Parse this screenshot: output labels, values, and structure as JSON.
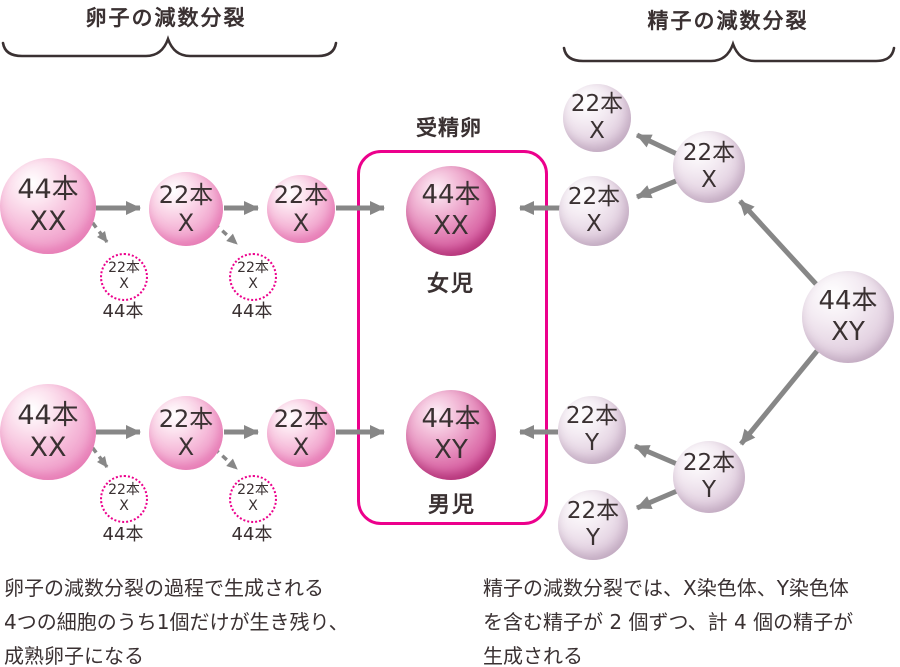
{
  "titles": {
    "egg_meiosis": "卵子の減数分裂",
    "sperm_meiosis": "精子の減数分裂",
    "fertilized_egg": "受精卵"
  },
  "cells": {
    "egg_top_1": {
      "l1": "44本",
      "l2": "XX"
    },
    "egg_top_2": {
      "l1": "22本",
      "l2": "X"
    },
    "egg_top_3": {
      "l1": "22本",
      "l2": "X"
    },
    "egg_bottom_1": {
      "l1": "44本",
      "l2": "XX"
    },
    "egg_bottom_2": {
      "l1": "22本",
      "l2": "X"
    },
    "egg_bottom_3": {
      "l1": "22本",
      "l2": "X"
    },
    "polar_top_1": {
      "l1": "22本",
      "l2": "X",
      "below": "44本"
    },
    "polar_top_2": {
      "l1": "22本",
      "l2": "X",
      "below": "44本"
    },
    "polar_bottom_1": {
      "l1": "22本",
      "l2": "X",
      "below": "44本"
    },
    "polar_bottom_2": {
      "l1": "22本",
      "l2": "X",
      "below": "44本"
    },
    "fertilized_girl": {
      "l1": "44本",
      "l2": "XX",
      "label": "女児"
    },
    "fertilized_boy": {
      "l1": "44本",
      "l2": "XY",
      "label": "男児"
    },
    "sperm_root": {
      "l1": "44本",
      "l2": "XY"
    },
    "sperm_x_mid": {
      "l1": "22本",
      "l2": "X"
    },
    "sperm_x_1": {
      "l1": "22本",
      "l2": "X"
    },
    "sperm_x_2": {
      "l1": "22本",
      "l2": "X"
    },
    "sperm_y_mid": {
      "l1": "22本",
      "l2": "Y"
    },
    "sperm_y_1": {
      "l1": "22本",
      "l2": "Y"
    },
    "sperm_y_2": {
      "l1": "22本",
      "l2": "Y"
    }
  },
  "captions": {
    "egg": {
      "line1": "卵子の減数分裂の過程で生成される",
      "line2": "4つの細胞のうち1個だけが生き残り、",
      "line3": "成熟卵子になる"
    },
    "sperm": {
      "line1": "精子の減数分裂では、X染色体、Y染色体",
      "line2": "を含む精子が 2 個ずつ、計 4 個の精子が",
      "line3": "生成される"
    }
  },
  "colors": {
    "box_border": "#ec008c",
    "dotted_circle": "#ec008c",
    "arrow": "#878787",
    "brace": "#3a3132",
    "text": "#3a3132",
    "cell_pink": "#f3aed3",
    "cell_dark_pink": "#d4539c",
    "cell_pale": "#ddc9db"
  }
}
